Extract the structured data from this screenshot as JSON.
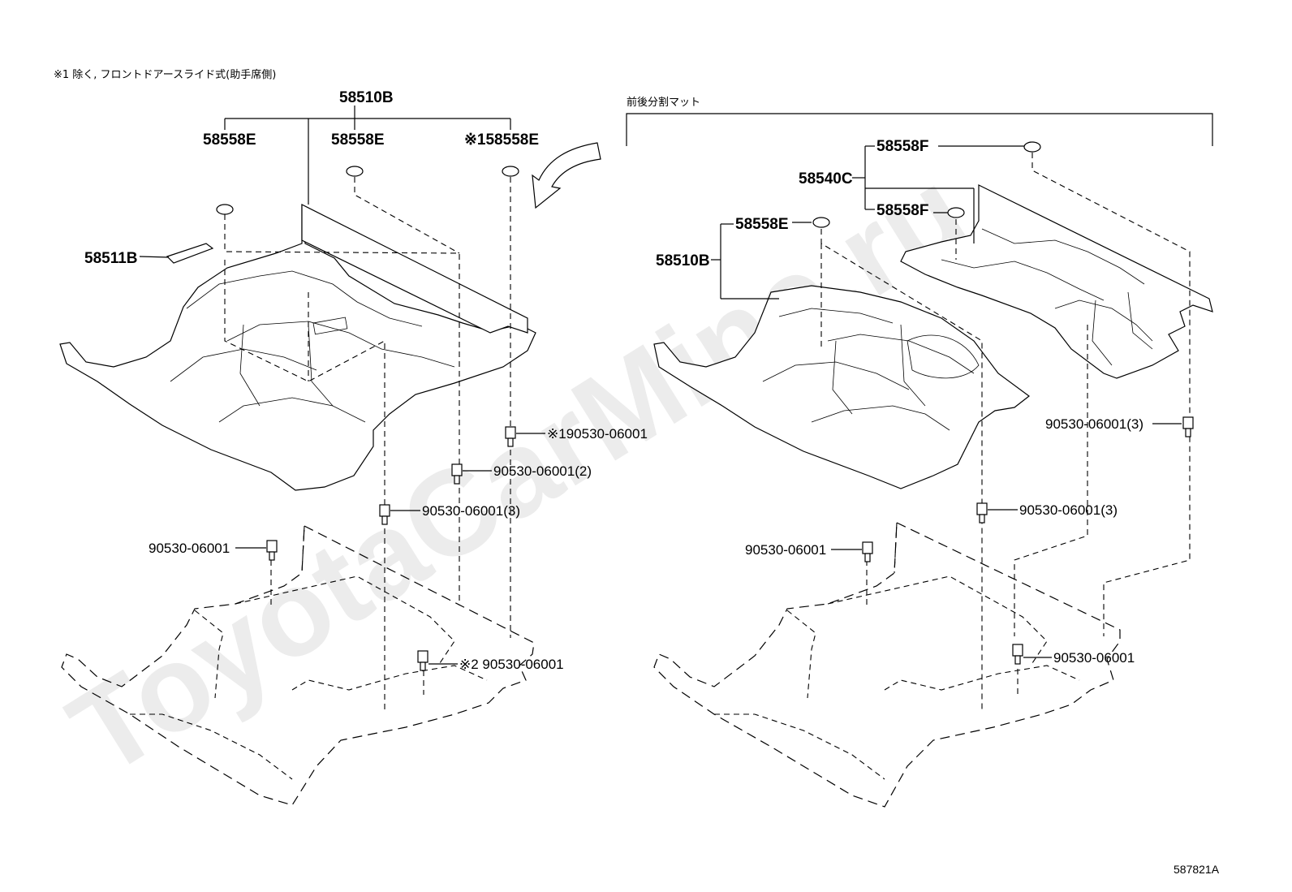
{
  "watermark": "ToyotaCarMine.ru",
  "note": "※1 除く, フロントドアースライド式(助手席側)",
  "section_right_title": "前後分割マット",
  "figure_id": "587821A",
  "left": {
    "carpet_main": "58510B",
    "clip_a": "58558E",
    "clip_b": "58558E",
    "clip_c": "※158558E",
    "label_plate": "58511B",
    "bolt_1": "※190530-06001",
    "bolt_2": "90530-06001(2)",
    "bolt_3": "90530-06001(3)",
    "bolt_4": "90530-06001",
    "bolt_5": "※2 90530-06001"
  },
  "right": {
    "carpet_rear": "58540C",
    "clip_f1": "58558F",
    "clip_f2": "58558F",
    "clip_e": "58558E",
    "carpet_front": "58510B",
    "bolt_1": "90530-06001(3)",
    "bolt_2": "90530-06001(3)",
    "bolt_3": "90530-06001",
    "bolt_4": "90530-06001"
  }
}
